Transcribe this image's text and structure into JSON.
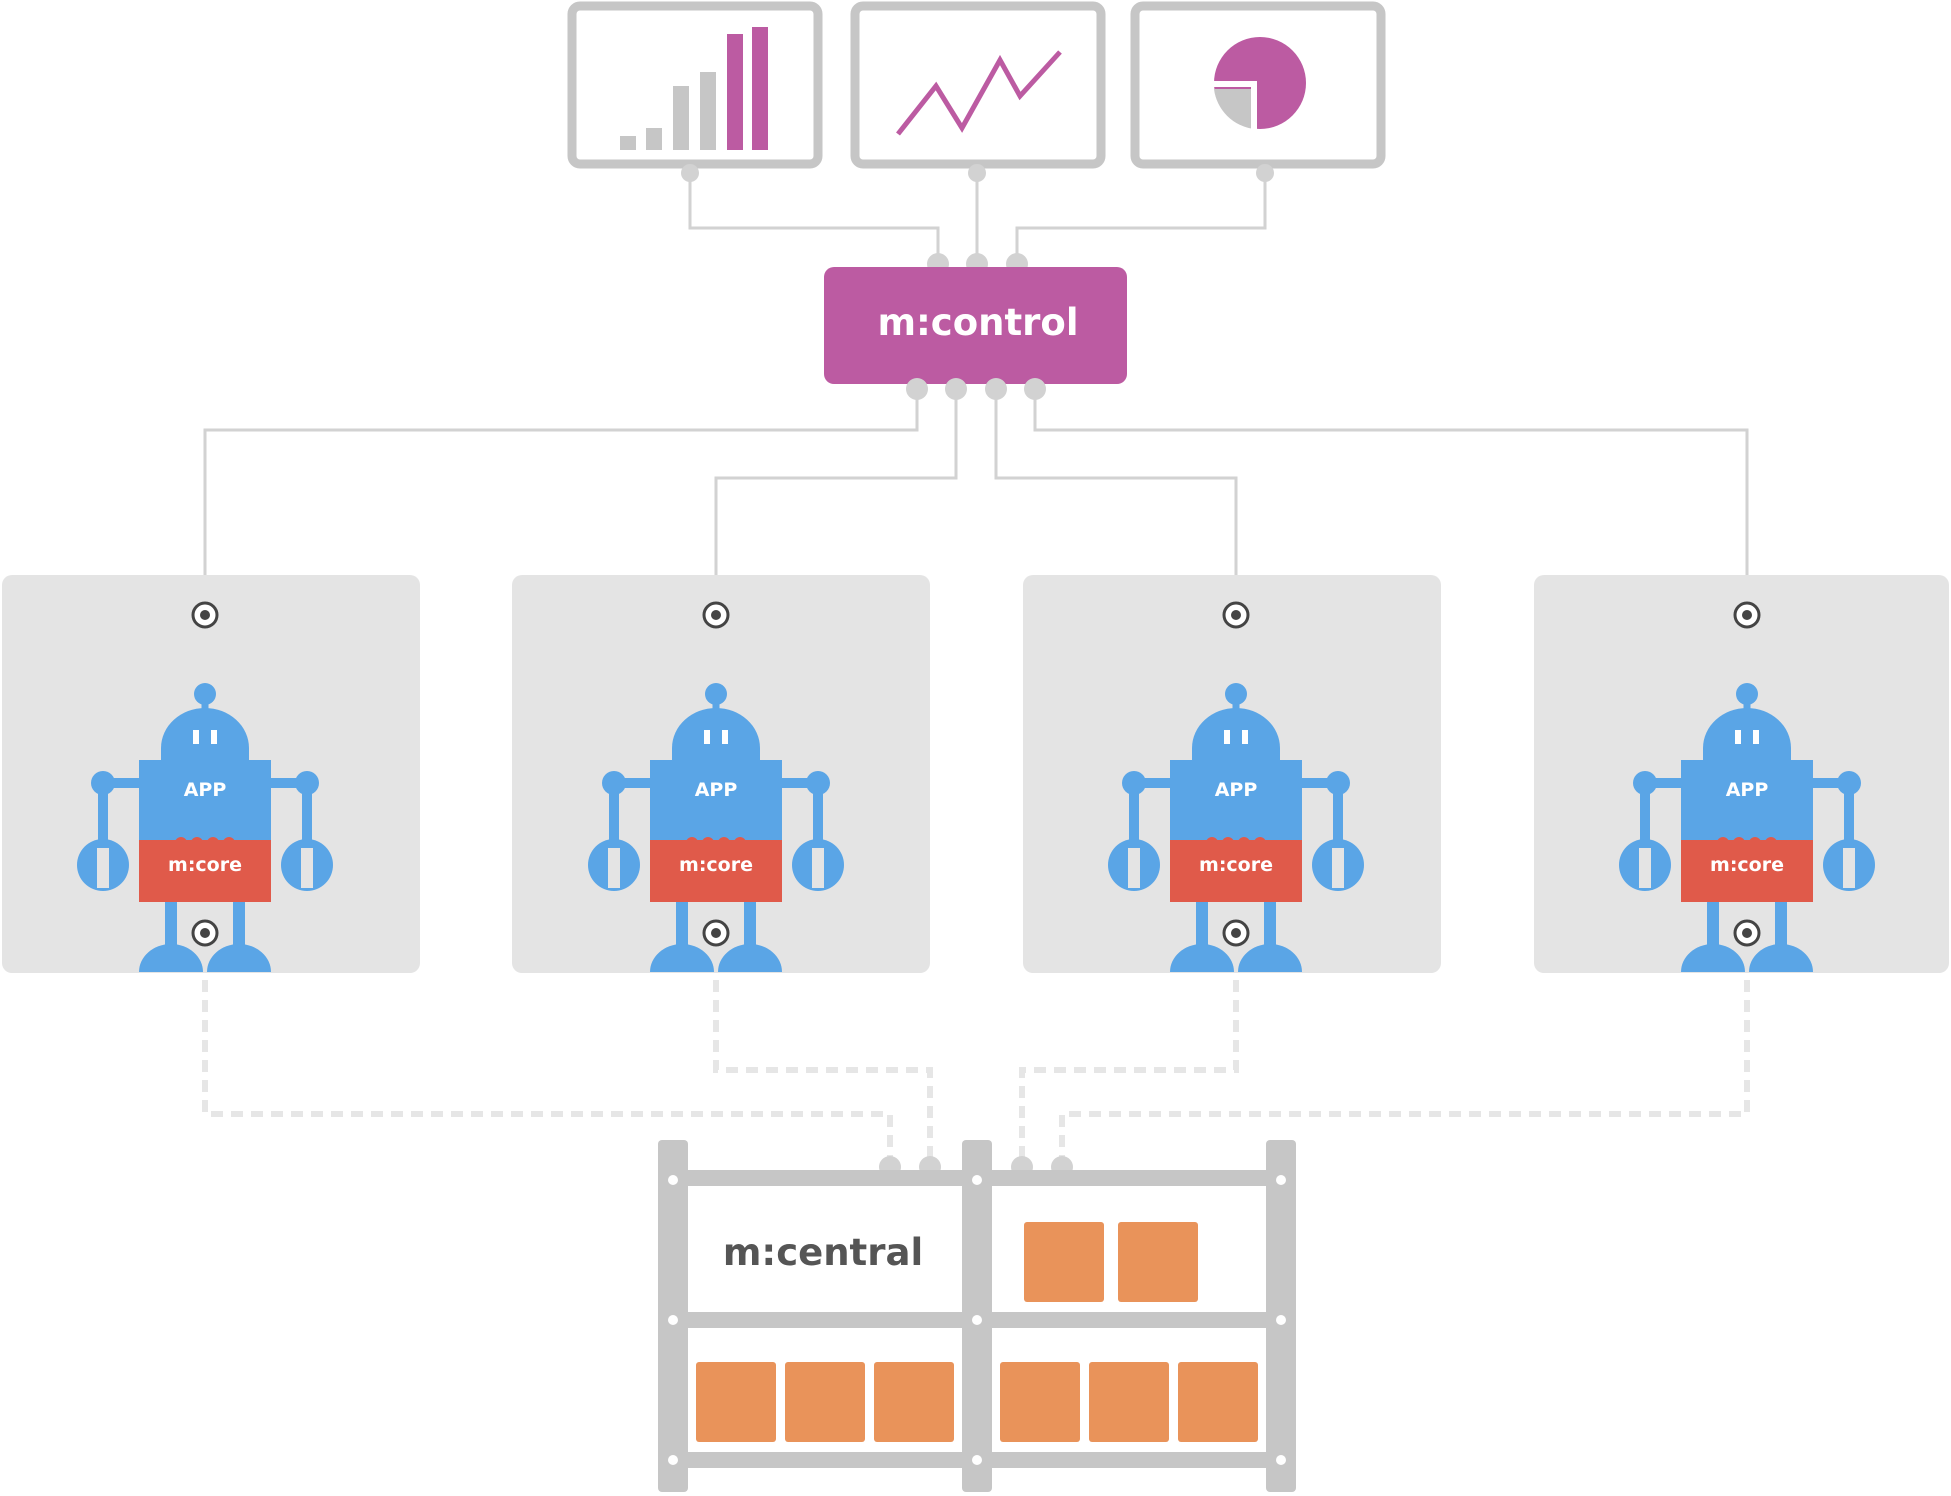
{
  "control": {
    "label": "m:control"
  },
  "central": {
    "label": "m:central"
  },
  "robots": [
    {
      "app_label": "APP",
      "core_label": "m:core"
    },
    {
      "app_label": "APP",
      "core_label": "m:core"
    },
    {
      "app_label": "APP",
      "core_label": "m:core"
    },
    {
      "app_label": "APP",
      "core_label": "m:core"
    }
  ],
  "monitors": [
    {
      "icon": "bar-chart-icon"
    },
    {
      "icon": "line-chart-icon"
    },
    {
      "icon": "pie-chart-icon"
    }
  ],
  "colors": {
    "control": "#BC5BA2",
    "robot": "#5AA5E6",
    "core": "#E05A4A",
    "box": "#E9935A",
    "panel": "#E4E4E4",
    "frame": "#C6C6C6",
    "line": "#D2D2D2",
    "accent": "#BC5BA2"
  }
}
